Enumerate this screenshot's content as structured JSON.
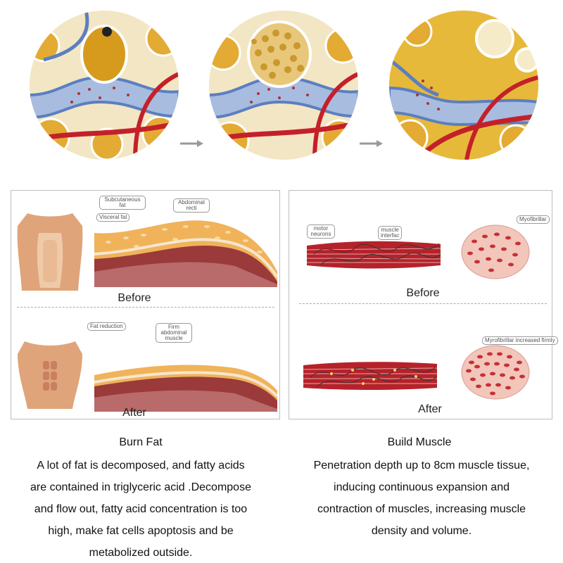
{
  "sequence": {
    "stage_icons": [
      "fat-cell-full-icon",
      "fat-cell-decomposing-icon",
      "fat-cell-emptied-icon"
    ],
    "arrow_icon": "right-arrow-icon",
    "colors": {
      "fat": "#e8b23a",
      "vein": "#5b7fc0",
      "artery": "#c4202a"
    }
  },
  "fat_panel": {
    "before": {
      "caption": "Before",
      "labels": {
        "subcutaneous": "Subcutaneous fat",
        "visceral": "Visceral fat",
        "recti": "Abdominal recti"
      }
    },
    "after": {
      "caption": "After",
      "labels": {
        "reduction": "Fat reduction",
        "firm": "Firm abdominal muscle"
      }
    }
  },
  "muscle_panel": {
    "before": {
      "caption": "Before",
      "labels": {
        "motor": "motor neurons",
        "interface": "muscle interfac",
        "myo": "Myofibrillar"
      }
    },
    "after": {
      "caption": "After",
      "labels": {
        "myo": "Myrofibrillar increased firmly"
      }
    }
  },
  "burn_fat": {
    "title": "Burn Fat",
    "lines": [
      "A lot of fat is decomposed, and fatty acids",
      "are contained in triglyceric acid .Decompose",
      "and flow out, fatty acid concentration is too",
      "high, make fat cells apoptosis and be",
      "metabolized outside."
    ]
  },
  "build_muscle": {
    "title": "Build Muscle",
    "lines": [
      "Penetration depth up to 8cm muscle tissue,",
      "inducing continuous expansion and",
      "contraction of muscles, increasing muscle",
      "density and volume."
    ]
  }
}
